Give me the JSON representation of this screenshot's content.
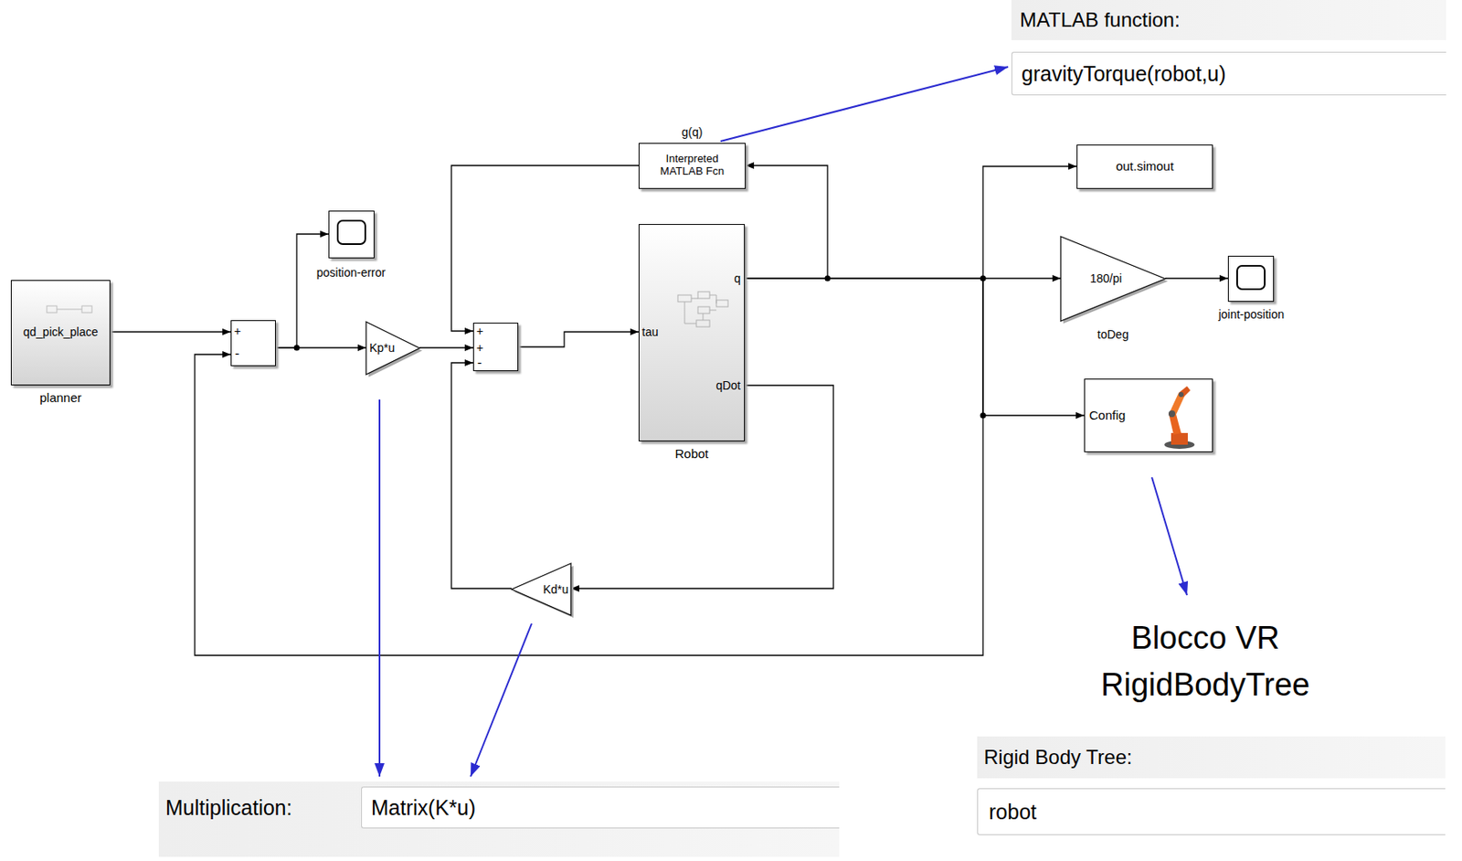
{
  "diagram": {
    "nodes": [
      {
        "text": [
          "qd_pick_place",
          "planner"
        ]
      },
      {
        "text": [
          "+",
          "-"
        ]
      },
      {
        "text": [
          "position-error"
        ]
      },
      {
        "text": [
          "Kp*u"
        ]
      },
      {
        "text": [
          "+",
          "+",
          "-"
        ]
      },
      {
        "text": [
          "g(q)",
          "Interpreted MATLAB Fcn"
        ]
      },
      {
        "text": [
          "tau",
          "q",
          "qDot",
          "Robot"
        ]
      },
      {
        "text": [
          "Kd*u"
        ]
      },
      {
        "text": [
          "out.simout"
        ]
      },
      {
        "text": [
          "180/pi",
          "toDeg"
        ]
      },
      {
        "text": [
          "joint-position"
        ]
      },
      {
        "text": [
          "Config"
        ]
      },
      {
        "text": [
          "MATLAB function:",
          "gravityTorque(robot,u)"
        ]
      },
      {
        "text": [
          "Multiplication:",
          "Matrix(K*u)"
        ]
      },
      {
        "text": [
          "Rigid Body Tree:",
          "robot"
        ]
      }
    ],
    "edges": [
      {
        "from": 0,
        "to": 1,
        "arrow": "to"
      },
      {
        "from": 1,
        "to": 2,
        "arrow": "to"
      },
      {
        "from": 1,
        "to": 3,
        "arrow": "to"
      },
      {
        "from": 3,
        "to": 4,
        "arrow": "to"
      },
      {
        "from": 5,
        "to": 4,
        "arrow": "to"
      },
      {
        "from": 7,
        "to": 4,
        "arrow": "to"
      },
      {
        "from": 4,
        "to": 6,
        "arrow": "to"
      },
      {
        "from": 6,
        "to": 5,
        "arrow": "to"
      },
      {
        "from": 6,
        "to": 8,
        "arrow": "to"
      },
      {
        "from": 6,
        "to": 9,
        "arrow": "to"
      },
      {
        "from": 6,
        "to": 11,
        "arrow": "to"
      },
      {
        "from": 6,
        "to": 1,
        "arrow": "to"
      },
      {
        "from": 6,
        "to": 7,
        "arrow": "to"
      },
      {
        "from": 9,
        "to": 10,
        "arrow": "to"
      },
      {
        "from": 5,
        "to": 12,
        "arrow": "to"
      },
      {
        "from": 3,
        "to": 13,
        "arrow": "to"
      },
      {
        "from": 7,
        "to": 13,
        "arrow": "to"
      }
    ],
    "labels": [
      "Blocco VR RigidBodyTree"
    ]
  }
}
